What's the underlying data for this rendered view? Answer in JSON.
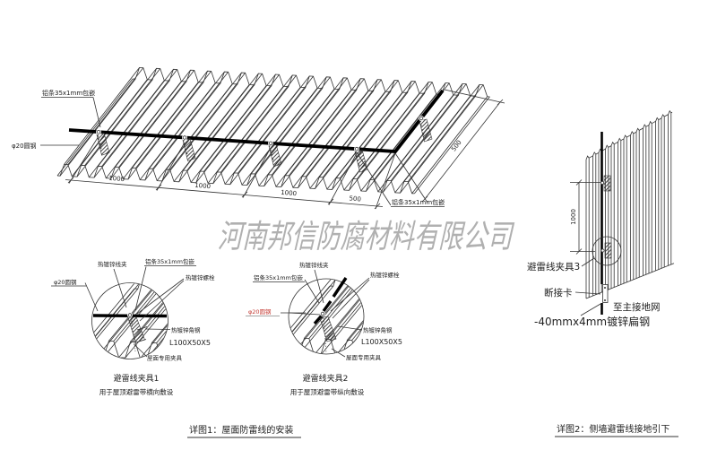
{
  "watermark": "河南邦信防腐材料有限公司",
  "figure1": {
    "caption": "详图1：屋面防雷线的安装",
    "roof": {
      "strip_label_top": "铝条35x1mm包嵌",
      "strip_label_bottom": "铝条35x1mm包嵌",
      "round_steel_label": "φ20圆钢",
      "dims": [
        "1000",
        "1000",
        "1000",
        "500"
      ],
      "slope_dim": "500"
    },
    "detail1": {
      "title": "避雷线夹具1",
      "subtitle": "用于屋顶避雷带横向敷设",
      "labels": {
        "wire_clip": "热镀锌线夹",
        "strip": "铝条35x1mm包嵌",
        "bolt": "热镀锌螺栓",
        "round_steel": "φ20圆钢",
        "angle_steel": "热镀锌角钢",
        "angle_size": "L100X50X5",
        "roof_clamp": "屋面专用夹具"
      }
    },
    "detail2": {
      "title": "避雷线夹具2",
      "subtitle": "用于屋顶避雷带纵向敷设",
      "labels": {
        "wire_clip": "热镀锌线夹",
        "strip": "铝条35x1mm包嵌",
        "bolt": "热镀锌螺栓",
        "round_steel": "φ20圆钢",
        "angle_steel": "热镀锌角钢",
        "angle_size": "L100X50X5",
        "roof_clamp": "屋面专用夹具"
      }
    }
  },
  "figure2": {
    "caption": "详图2：侧墙避雷线接地引下",
    "dim": "1000",
    "labels": {
      "clamp3": "避雷线夹具3",
      "disconnect_card": "断接卡",
      "to_ground": "至主接地网",
      "flat_steel": "-40mmx4mm镀锌扁钢"
    }
  },
  "colors": {
    "line": "#333333",
    "wire": "#000000",
    "red": "#c43c35",
    "watermark": "#b0b0b0"
  }
}
